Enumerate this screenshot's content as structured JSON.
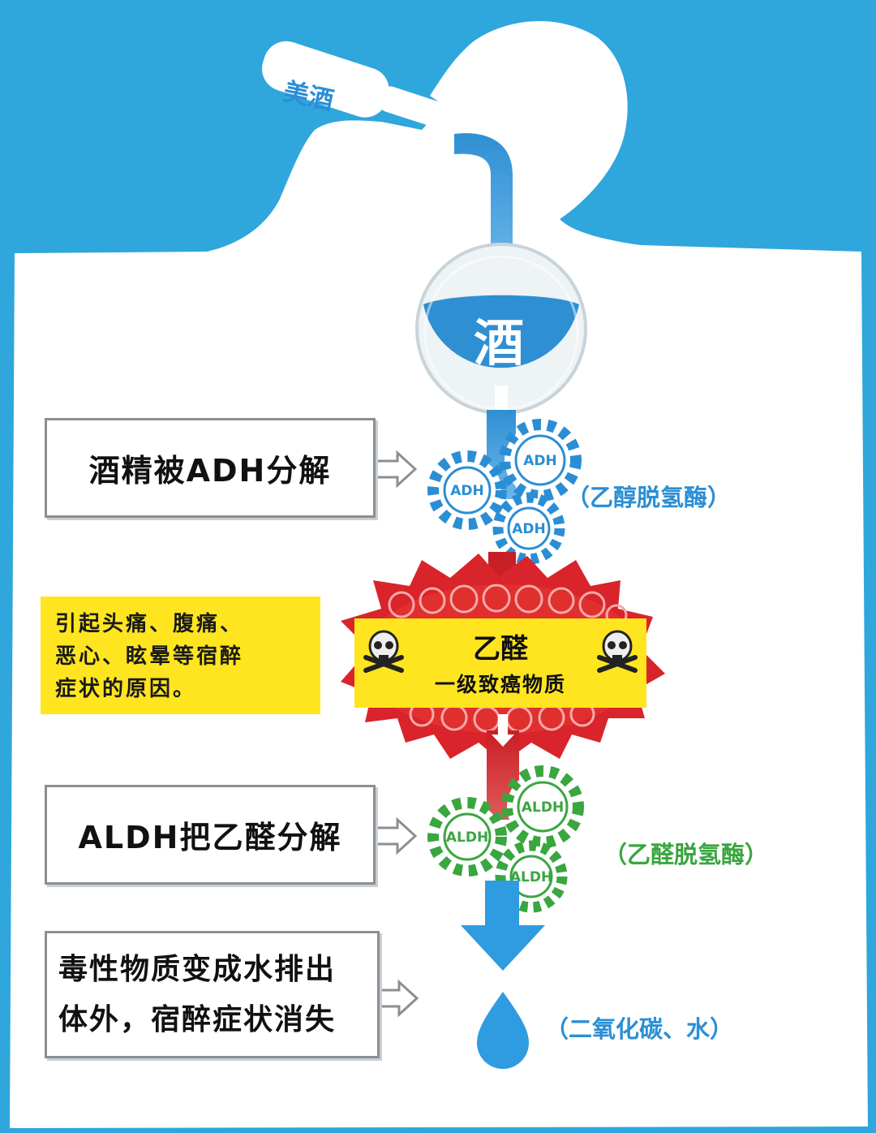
{
  "bottle_label": "美酒",
  "stomach_label": "酒",
  "steps": {
    "adh_box": "酒精被ADH分解",
    "aldh_box": "ALDH把乙醛分解",
    "water_box_line1": "毒性物质变成水排出",
    "water_box_line2": "体外，宿醉症状消失"
  },
  "acetaldehyde": {
    "title": "乙醛",
    "subtitle": "一级致癌物质"
  },
  "symptoms": {
    "line1": "引起头痛、腹痛、",
    "line2": "恶心、眩晕等宿醉",
    "line3": "症状的原因。"
  },
  "notes": {
    "adh": "（乙醇脱氢酶）",
    "aldh": "（乙醛脱氢酶）",
    "water": "（二氧化碳、水）"
  },
  "gears": {
    "adh": [
      "ADH",
      "ADH",
      "ADH"
    ],
    "aldh": [
      "ALDH",
      "ALDH",
      "ALDH"
    ]
  },
  "colors": {
    "background": "#2fa6dc",
    "flow_blue": "#2f8fd3",
    "acetaldehyde_red": "#d8242a",
    "highlight_yellow": "#ffe520",
    "adh_gear": "#2b8ed4",
    "aldh_gear": "#3aa640"
  },
  "icons": [
    "skull-crossbones-icon",
    "arrow-right-icon",
    "water-drop-icon",
    "gear-icon"
  ]
}
